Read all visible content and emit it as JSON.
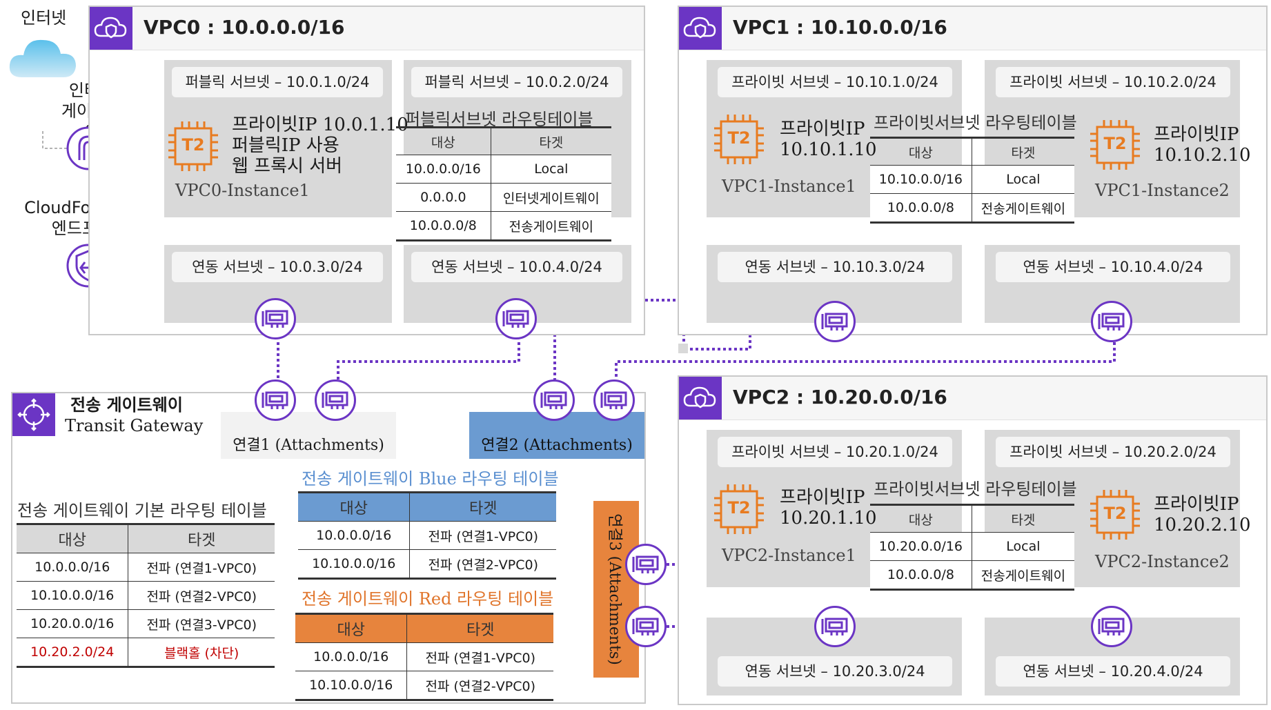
{
  "colors": {
    "accent": "#6b35c4",
    "ec2_orange": "#e87b20",
    "blue_table": "#6b9bd1",
    "red_table": "#e7843d",
    "attach2_blue": "#6b9bd1",
    "attach3_orange": "#e7843d",
    "blackhole_red": "#c00000"
  },
  "internet": {
    "label": "인터넷",
    "igw_label_line1": "인터넷",
    "igw_label_line2": "게이트웨이",
    "cfn_label_line1": "CloudFormation",
    "cfn_label_line2": "엔드포인트"
  },
  "vpc0": {
    "title": "VPC0 : 10.0.0.0/16",
    "subnet1": "퍼블릭 서브넷 – 10.0.1.0/24",
    "subnet2": "퍼블릭 서브넷 – 10.0.2.0/24",
    "subnet3": "연동 서브넷 – 10.0.3.0/24",
    "subnet4": "연동 서브넷 – 10.0.4.0/24",
    "instance": {
      "chip": "T2",
      "line1": "프라이빗IP 10.0.1.10",
      "line2": "퍼블릭IP 사용",
      "line3": "웹 프록시 서버",
      "name": "VPC0-Instance1"
    },
    "route_table": {
      "title": "퍼블릭서브넷 라우팅테이블",
      "headers": [
        "대상",
        "타겟"
      ],
      "rows": [
        [
          "10.0.0.0/16",
          "Local"
        ],
        [
          "0.0.0.0",
          "인터넷게이트웨이"
        ],
        [
          "10.0.0.0/8",
          "전송게이트웨이"
        ]
      ]
    }
  },
  "vpc1": {
    "title": "VPC1 : 10.10.0.0/16",
    "subnet1": "프라이빗 서브넷 – 10.10.1.0/24",
    "subnet2": "프라이빗 서브넷 – 10.10.2.0/24",
    "subnet3": "연동 서브넷 – 10.10.3.0/24",
    "subnet4": "연동 서브넷 – 10.10.4.0/24",
    "instance1": {
      "chip": "T2",
      "line1": "프라이빗IP",
      "line2": "10.10.1.10",
      "name": "VPC1-Instance1"
    },
    "instance2": {
      "chip": "T2",
      "line1": "프라이빗IP",
      "line2": "10.10.2.10",
      "name": "VPC1-Instance2"
    },
    "route_table": {
      "title": "프라이빗서브넷 라우팅테이블",
      "headers": [
        "대상",
        "타겟"
      ],
      "rows": [
        [
          "10.10.0.0/16",
          "Local"
        ],
        [
          "10.0.0.0/8",
          "전송게이트웨이"
        ]
      ]
    }
  },
  "vpc2": {
    "title": "VPC2 : 10.20.0.0/16",
    "subnet1": "프라이빗 서브넷 – 10.20.1.0/24",
    "subnet2": "프라이빗 서브넷 – 10.20.2.0/24",
    "subnet3": "연동 서브넷 – 10.20.3.0/24",
    "subnet4": "연동 서브넷 – 10.20.4.0/24",
    "instance1": {
      "chip": "T2",
      "line1": "프라이빗IP",
      "line2": "10.20.1.10",
      "name": "VPC2-Instance1"
    },
    "instance2": {
      "chip": "T2",
      "line1": "프라이빗IP",
      "line2": "10.20.2.10",
      "name": "VPC2-Instance2"
    },
    "route_table": {
      "title": "프라이빗서브넷 라우팅테이블",
      "headers": [
        "대상",
        "타겟"
      ],
      "rows": [
        [
          "10.20.0.0/16",
          "Local"
        ],
        [
          "10.0.0.0/8",
          "전송게이트웨이"
        ]
      ]
    }
  },
  "tgw": {
    "title_line1": "전송 게이트웨이",
    "title_line2": "Transit Gateway",
    "attach1": "연결1 (Attachments)",
    "attach2": "연결2 (Attachments)",
    "attach3": "연결3 (Attachments)",
    "default_table": {
      "title": "전송 게이트웨이 기본 라우팅 테이블",
      "headers": [
        "대상",
        "타겟"
      ],
      "rows": [
        [
          "10.0.0.0/16",
          "전파 (연결1-VPC0)"
        ],
        [
          "10.10.0.0/16",
          "전파 (연결2-VPC0)"
        ],
        [
          "10.20.0.0/16",
          "전파 (연결3-VPC0)"
        ]
      ],
      "blackhole_row": [
        "10.20.2.0/24",
        "블랙홀 (차단)"
      ]
    },
    "blue_table": {
      "title": "전송 게이트웨이 Blue 라우팅 테이블",
      "headers": [
        "대상",
        "타겟"
      ],
      "rows": [
        [
          "10.0.0.0/16",
          "전파 (연결1-VPC0)"
        ],
        [
          "10.10.0.0/16",
          "전파 (연결2-VPC0)"
        ]
      ]
    },
    "red_table": {
      "title": "전송 게이트웨이 Red 라우팅 테이블",
      "headers": [
        "대상",
        "타겟"
      ],
      "rows": [
        [
          "10.0.0.0/16",
          "전파 (연결1-VPC0)"
        ],
        [
          "10.10.0.0/16",
          "전파 (연결2-VPC0)"
        ]
      ]
    }
  }
}
